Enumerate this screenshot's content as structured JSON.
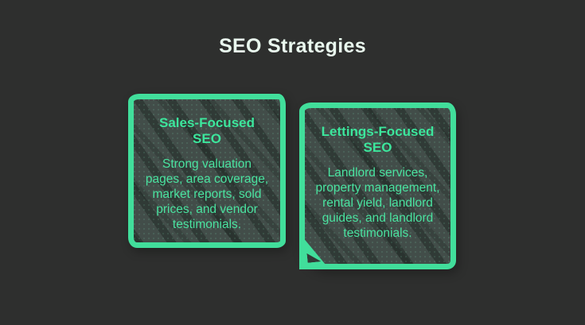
{
  "page": {
    "title": "SEO Strategies",
    "colors": {
      "background": "#2e2f2e",
      "title_text": "#e9f8ee",
      "accent_green": "#41de9b",
      "card_fill": "#424d49",
      "card_text": "#4ae3a0"
    }
  },
  "cards": [
    {
      "id": "sales-focused-seo",
      "heading": "Sales-Focused SEO",
      "body": "Strong valuation pages, area coverage, market reports, sold prices, and vendor testimonials."
    },
    {
      "id": "lettings-focused-seo",
      "heading": "Lettings-Focused SEO",
      "body": "Landlord services, property management, rental yield, landlord guides, and landlord testimonials."
    }
  ]
}
